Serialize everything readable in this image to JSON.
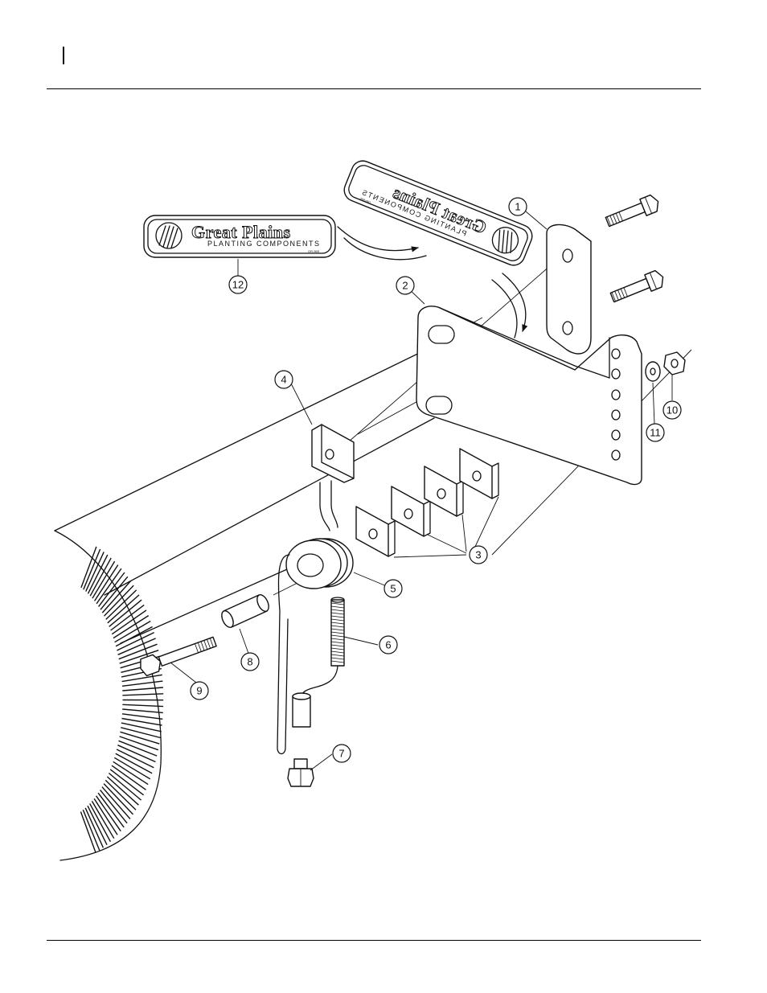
{
  "decal": {
    "brand": "Great Plains",
    "tagline": "PLANTING COMPONENTS",
    "part_code": "GR-565"
  },
  "callouts": [
    {
      "label": "1"
    },
    {
      "label": "2"
    },
    {
      "label": "3"
    },
    {
      "label": "4"
    },
    {
      "label": "5"
    },
    {
      "label": "6"
    },
    {
      "label": "7"
    },
    {
      "label": "8"
    },
    {
      "label": "9"
    },
    {
      "label": "10"
    },
    {
      "label": "11"
    },
    {
      "label": "12"
    }
  ]
}
